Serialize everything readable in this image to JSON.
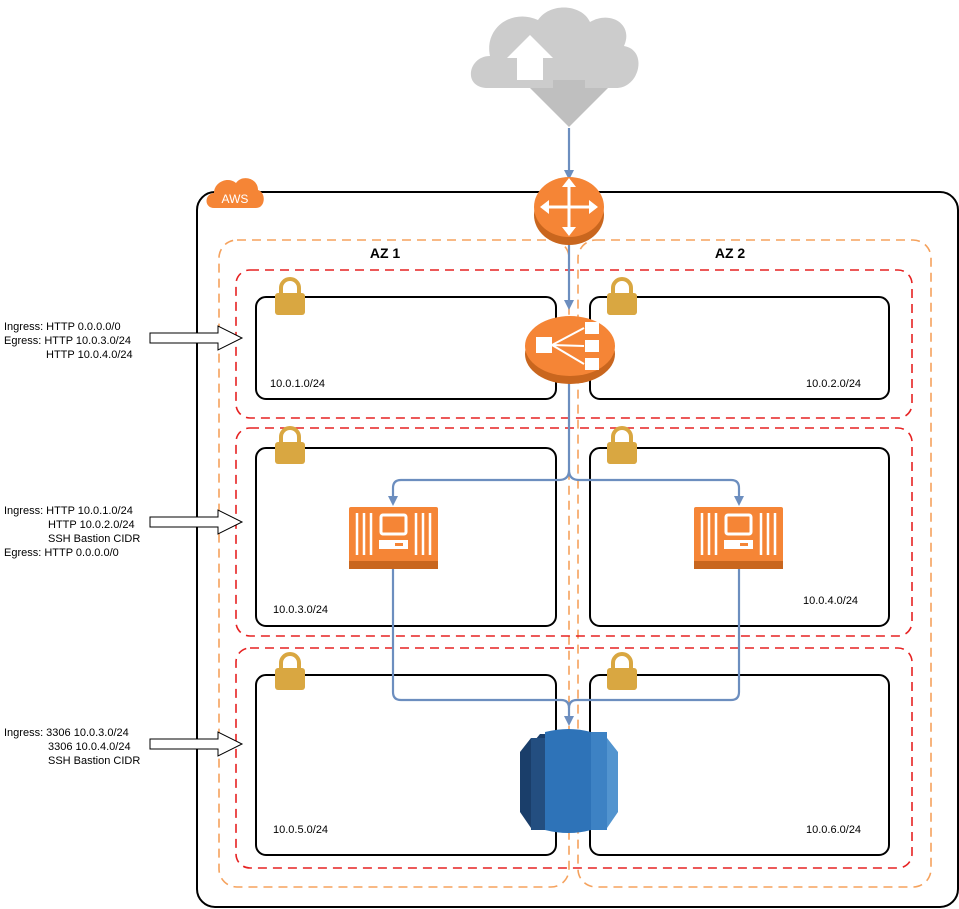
{
  "cloud": {
    "badge": "AWS"
  },
  "colors": {
    "orange": "#f58536",
    "az_border": "#f5a25d",
    "subnet_group_border": "#e62222",
    "lock": "#d9a741",
    "flow": "#6c8ebf",
    "db_dark": "#1a3e6a",
    "db_mid": "#2e73b8",
    "db_light": "#5294cf",
    "internet": "#cccccc"
  },
  "availability_zones": [
    {
      "label": "AZ 1"
    },
    {
      "label": "AZ 2"
    }
  ],
  "subnets": [
    {
      "cidr": "10.0.1.0/24"
    },
    {
      "cidr": "10.0.2.0/24"
    },
    {
      "cidr": "10.0.3.0/24"
    },
    {
      "cidr": "10.0.4.0/24"
    },
    {
      "cidr": "10.0.5.0/24"
    },
    {
      "cidr": "10.0.6.0/24"
    }
  ],
  "security_rules": [
    {
      "lines": [
        "Ingress: HTTP 0.0.0.0/0",
        "Egress: HTTP 10.0.3.0/24",
        "HTTP 10.0.4.0/24"
      ]
    },
    {
      "lines": [
        "Ingress: HTTP 10.0.1.0/24",
        "HTTP 10.0.2.0/24",
        "SSH   Bastion CIDR",
        "Egress: HTTP 0.0.0.0/0"
      ]
    },
    {
      "lines": [
        "Ingress: 3306 10.0.3.0/24",
        "3306 10.0.4.0/24",
        "SSH   Bastion CIDR"
      ]
    }
  ],
  "icons": {
    "internet": "internet-cloud-icon",
    "router": "internet-gateway-icon",
    "load_balancer": "load-balancer-icon",
    "web_server": "ec2-instance-icon",
    "database": "rds-database-icon",
    "lock": "lock-icon"
  }
}
